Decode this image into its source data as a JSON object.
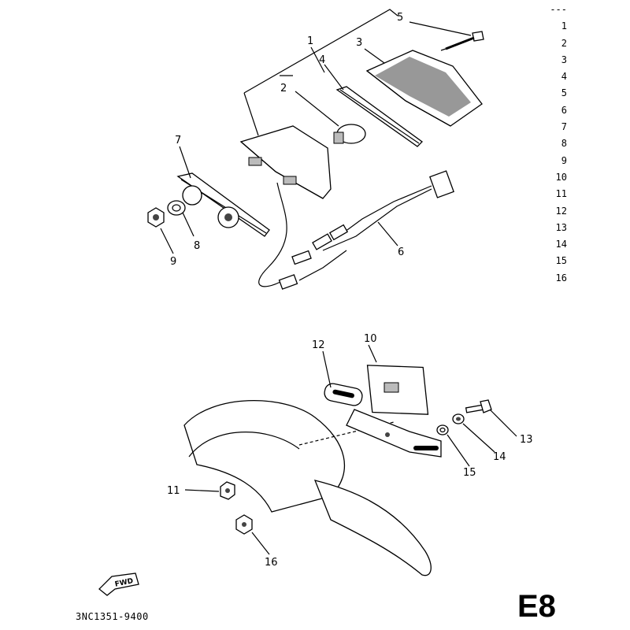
{
  "side_list": [
    "---",
    "1",
    "2",
    "3",
    "4",
    "5",
    "6",
    "7",
    "8",
    "9",
    "10",
    "11",
    "12",
    "13",
    "14",
    "15",
    "16"
  ],
  "callouts": {
    "c1": "1",
    "c2": "2",
    "c3": "3",
    "c4": "4",
    "c5": "5",
    "c6": "6",
    "c7": "7",
    "c8": "8",
    "c9": "9",
    "c10": "10",
    "c11": "11",
    "c12": "12",
    "c13": "13",
    "c14": "14",
    "c15": "15",
    "c16": "16"
  },
  "fwd_label": "FWD",
  "diagram_code": "3NC1351-9400",
  "page_code": "E8"
}
